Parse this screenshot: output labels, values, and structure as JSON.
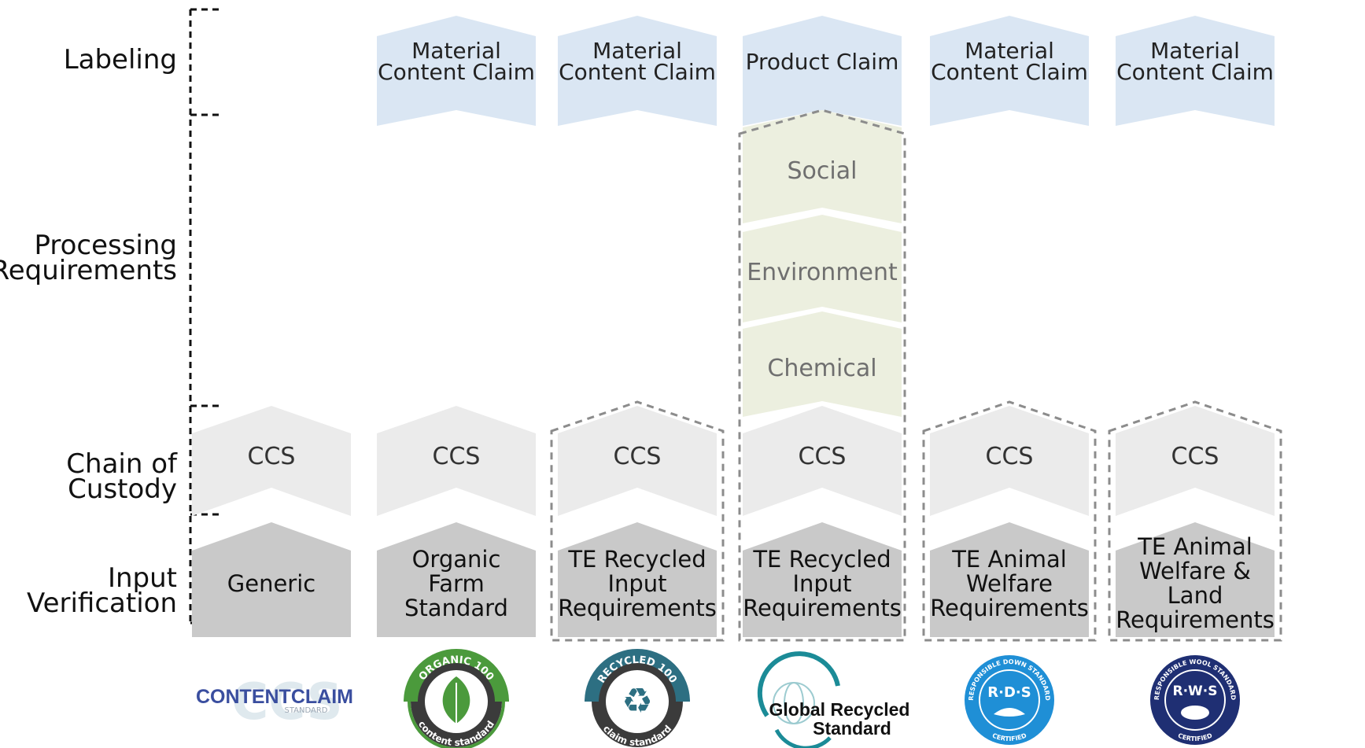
{
  "row_labels": {
    "labeling": "Labeling",
    "processing": "Processing\nRequirements",
    "chain_of_custody": "Chain of\nCustody",
    "input_verification": "Input\nVerification"
  },
  "columns": [
    {
      "labeling": "",
      "ccs": "CCS",
      "input": "Generic",
      "logo": {
        "name": "content-claim-standard-logo",
        "line1": "CONTENTCLAIM",
        "line2": "STANDARD",
        "bg": "CCS"
      }
    },
    {
      "labeling": "Material\nContent Claim",
      "ccs": "CCS",
      "input": "Organic\nFarm\nStandard",
      "logo": {
        "name": "organic-content-standard-logo",
        "ring_top": "ORGANIC 100",
        "ring_bottom": "content standard"
      }
    },
    {
      "labeling": "Material\nContent Claim",
      "ccs": "CCS",
      "input": "TE Recycled\nInput\nRequirements",
      "logo": {
        "name": "recycled-claim-standard-logo",
        "ring_top": "RECYCLED 100",
        "ring_bottom": "claim standard"
      }
    },
    {
      "labeling": "Product Claim",
      "processing": [
        "Social",
        "Environment",
        "Chemical"
      ],
      "ccs": "CCS",
      "input": "TE Recycled\nInput\nRequirements",
      "logo": {
        "name": "global-recycled-standard-logo",
        "line1": "Global Recycled",
        "line2": "Standard"
      }
    },
    {
      "labeling": "Material\nContent Claim",
      "ccs": "CCS",
      "input": "TE Animal\nWelfare\nRequirements",
      "logo": {
        "name": "responsible-down-standard-logo",
        "center": "R·D·S",
        "ring_top": "RESPONSIBLE DOWN STANDARD",
        "ring_bottom": "CERTIFIED"
      }
    },
    {
      "labeling": "Material\nContent Claim",
      "ccs": "CCS",
      "input": "TE Animal\nWelfare & Land\nRequirements",
      "logo": {
        "name": "responsible-wool-standard-logo",
        "center": "R·W·S",
        "ring_top": "RESPONSIBLE WOOL STANDARD",
        "ring_bottom": "CERTIFIED"
      }
    }
  ],
  "colors": {
    "labeling_fill": "#dae6f3",
    "processing_fill": "#ecefdf",
    "ccs_fill": "#ebebeb",
    "input_fill": "#c9c9c9",
    "dashed_outline": "#8c8c8c",
    "bracket": "#111111",
    "rds_blue": "#1f8fd6",
    "rws_navy": "#1f2f73",
    "ocs_green": "#4b9a3c",
    "rcs_teal": "#2d6f82",
    "grs_teal": "#1b8b97",
    "ccs_logo_blue": "#3a4e9f"
  }
}
